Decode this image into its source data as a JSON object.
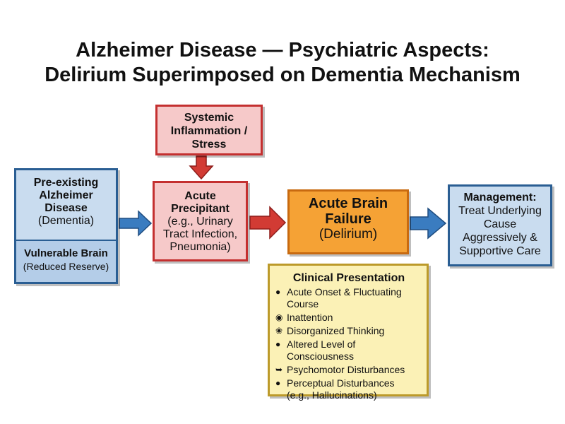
{
  "title": {
    "line1": "Alzheimer Disease — Psychiatric Aspects:",
    "line2": "Delirium Superimposed on Dementia Mechanism"
  },
  "systemic": {
    "l1": "Systemic",
    "l2": "Inflammation /",
    "l3": "Stress"
  },
  "precipitant": {
    "l1": "Acute",
    "l2": "Precipitant",
    "l3": "(e.g., Urinary",
    "l4": "Tract Infection,",
    "l5": "Pneumonia)"
  },
  "preexisting": {
    "l1": "Pre-existing",
    "l2": "Alzheimer",
    "l3": "Disease",
    "l4": "(Dementia)",
    "vuln": "Vulnerable Brain",
    "reserve": "(Reduced Reserve)"
  },
  "failure": {
    "l1": "Acute Brain",
    "l2": "Failure",
    "l3": "(Delirium)"
  },
  "management": {
    "l1": "Management:",
    "l2": "Treat Underlying",
    "l3": "Cause",
    "l4": "Aggressively &",
    "l5": "Supportive Care"
  },
  "clinical": {
    "title": "Clinical Presentation",
    "items": [
      {
        "icon": "head-icon",
        "l1": "Acute Onset & Fluctuating",
        "l2": "Course"
      },
      {
        "icon": "eye-icon",
        "l1": "Inattention",
        "l2": ""
      },
      {
        "icon": "brain-icon",
        "l1": "Disorganized Thinking",
        "l2": ""
      },
      {
        "icon": "head-icon",
        "l1": "Altered Level of Consciousness",
        "l2": ""
      },
      {
        "icon": "running-figure-icon",
        "l1": "Psychomotor Disturbances",
        "l2": ""
      },
      {
        "icon": "head-icon",
        "l1": "Perceptual Disturbances",
        "l2": "(e.g., Hallucinations)"
      }
    ]
  },
  "colors": {
    "red": "#c43030",
    "blue": "#2a5e93",
    "orange": "#f5a235",
    "yellow": "#fbf1b6"
  }
}
